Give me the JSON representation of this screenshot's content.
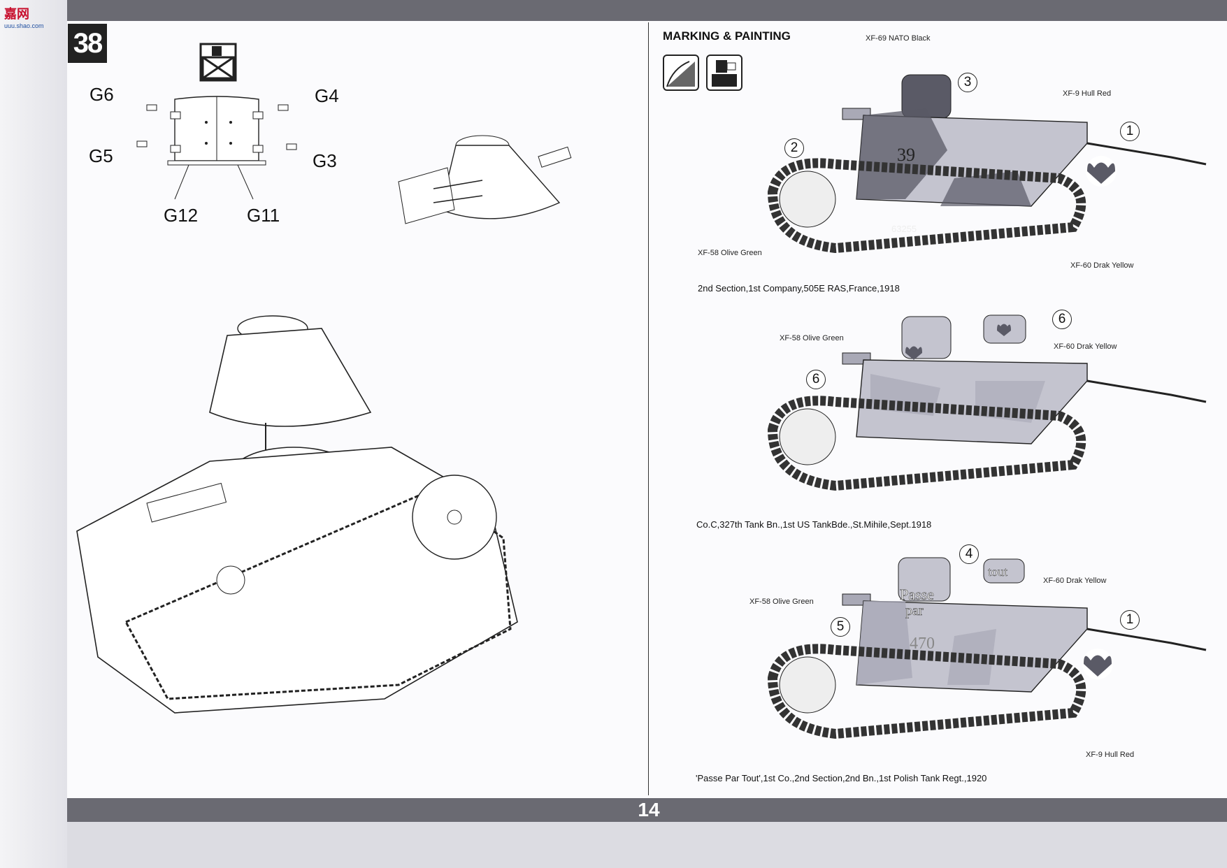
{
  "header": {
    "logo_text": "嘉网",
    "logo_subtext": "uuu.shao.com"
  },
  "left_page": {
    "step_number": "38",
    "part_labels": [
      "G6",
      "G4",
      "G5",
      "G3",
      "G12",
      "G11"
    ]
  },
  "right_page": {
    "title": "MARKING & PAINTING",
    "schemes": [
      {
        "caption": "2nd Section,1st Company,505E RAS,France,1918",
        "paints": [
          "XF-69 NATO Black",
          "XF-9 Hull Red",
          "XF-58 Olive Green",
          "XF-60 Drak Yellow"
        ],
        "callouts": [
          "3",
          "2",
          "1"
        ],
        "hull_marks": [
          "39",
          "63255"
        ]
      },
      {
        "caption": "Co.C,327th Tank Bn.,1st US TankBde.,St.Mihile,Sept.1918",
        "paints": [
          "XF-58 Olive Green",
          "XF-60 Drak Yellow"
        ],
        "callouts": [
          "6",
          "6"
        ]
      },
      {
        "caption": "'Passe Par Tout',1st Co.,2nd Section,2nd Bn.,1st Polish Tank Regt.,1920",
        "paints": [
          "XF-58 Olive Green",
          "XF-60 Drak Yellow",
          "XF-9 Hull Red"
        ],
        "callouts": [
          "4",
          "5",
          "1"
        ],
        "hull_marks": [
          "Passe",
          "par",
          "470",
          "tout"
        ]
      }
    ]
  },
  "footer": {
    "page_number": "14"
  },
  "colors": {
    "band": "#6a6a72",
    "olive_green": "#a9a9b6",
    "nato_black": "#5a5a66",
    "drak_yellow": "#c4c4cf",
    "hull_red": "#888894"
  }
}
